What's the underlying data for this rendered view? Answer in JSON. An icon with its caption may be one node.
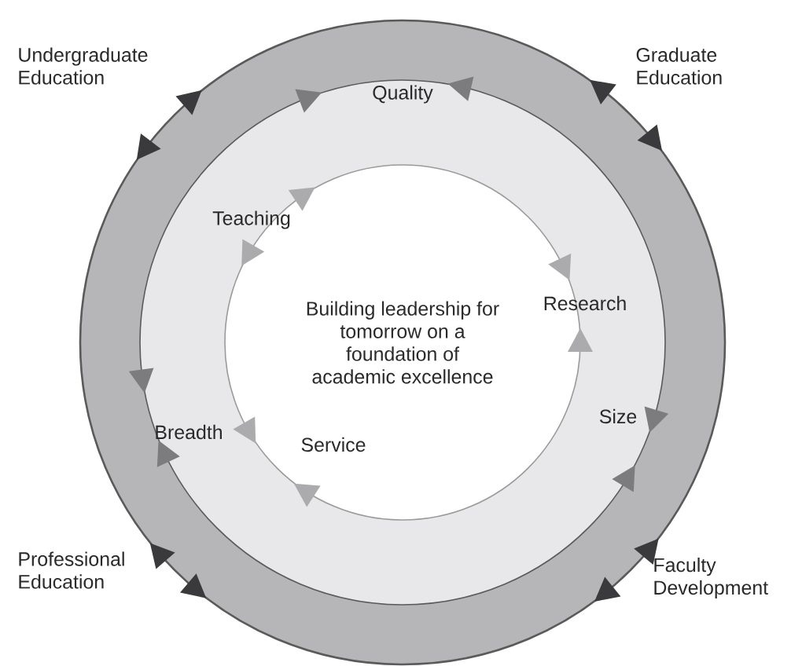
{
  "diagram": {
    "nodes": [
      {
        "text": [],
        "shape": "circle"
      },
      {
        "text": [],
        "shape": "circle",
        "in": 0
      },
      {
        "text": [
          "Building leadership for tomorrow on a foundation of academic excellence"
        ],
        "in": 1
      }
    ],
    "labels": [
      "Undergraduate Education",
      "Graduate Education",
      "Quality",
      "Teaching",
      "Research",
      "Size",
      "Breadth",
      "Service",
      "Professional Education",
      "Faculty Development"
    ]
  }
}
